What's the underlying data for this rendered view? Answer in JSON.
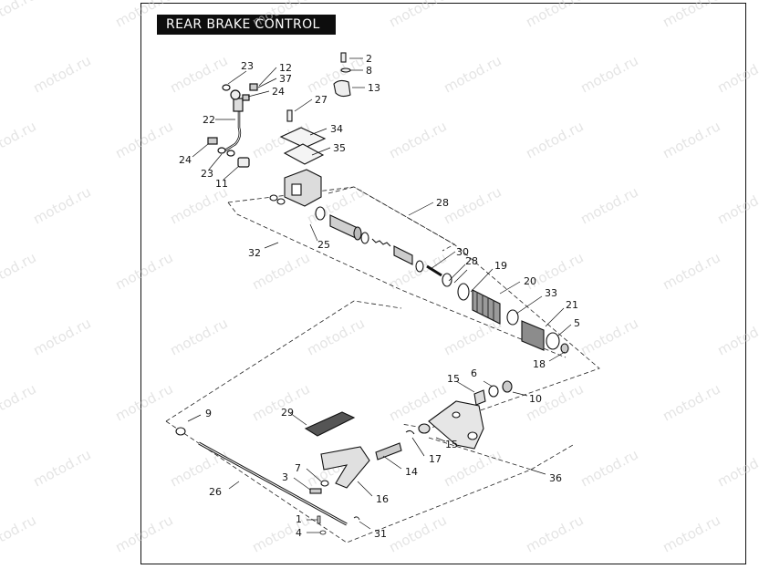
{
  "diagram": {
    "title": "REAR BRAKE CONTROL",
    "watermark_text": "motod.ru",
    "part_labels": [
      {
        "id": "23",
        "text": "23"
      },
      {
        "id": "12",
        "text": "12"
      },
      {
        "id": "37",
        "text": "37"
      },
      {
        "id": "24a",
        "text": "24"
      },
      {
        "id": "22",
        "text": "22"
      },
      {
        "id": "24b",
        "text": "24"
      },
      {
        "id": "23b",
        "text": "23"
      },
      {
        "id": "11",
        "text": "11"
      },
      {
        "id": "2",
        "text": "2"
      },
      {
        "id": "8",
        "text": "8"
      },
      {
        "id": "13",
        "text": "13"
      },
      {
        "id": "27",
        "text": "27"
      },
      {
        "id": "34",
        "text": "34"
      },
      {
        "id": "35",
        "text": "35"
      },
      {
        "id": "28a",
        "text": "28"
      },
      {
        "id": "32",
        "text": "32"
      },
      {
        "id": "25",
        "text": "25"
      },
      {
        "id": "30",
        "text": "30"
      },
      {
        "id": "28b",
        "text": "28"
      },
      {
        "id": "19",
        "text": "19"
      },
      {
        "id": "20",
        "text": "20"
      },
      {
        "id": "33",
        "text": "33"
      },
      {
        "id": "21",
        "text": "21"
      },
      {
        "id": "5",
        "text": "5"
      },
      {
        "id": "18",
        "text": "18"
      },
      {
        "id": "6",
        "text": "6"
      },
      {
        "id": "15a",
        "text": "15"
      },
      {
        "id": "10",
        "text": "10"
      },
      {
        "id": "9",
        "text": "9"
      },
      {
        "id": "29",
        "text": "29"
      },
      {
        "id": "15b",
        "text": "15"
      },
      {
        "id": "17",
        "text": "17"
      },
      {
        "id": "14",
        "text": "14"
      },
      {
        "id": "7",
        "text": "7"
      },
      {
        "id": "3",
        "text": "3"
      },
      {
        "id": "16",
        "text": "16"
      },
      {
        "id": "36",
        "text": "36"
      },
      {
        "id": "26",
        "text": "26"
      },
      {
        "id": "1",
        "text": "1"
      },
      {
        "id": "4",
        "text": "4"
      },
      {
        "id": "31",
        "text": "31"
      }
    ]
  }
}
